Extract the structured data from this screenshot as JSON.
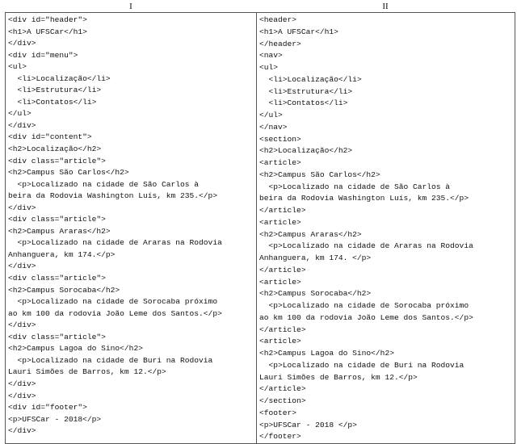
{
  "headers": [
    "I",
    "II"
  ],
  "column_1": [
    "<div id=\"header\">",
    "<h1>A UFSCar</h1>",
    "</div>",
    "<div id=\"menu\">",
    "<ul>",
    "  <li>Localização</li>",
    "  <li>Estrutura</li>",
    "  <li>Contatos</li>",
    "</ul>",
    "</div>",
    "<div id=\"content\">",
    "<h2>Localização</h2>",
    "<div class=\"article\">",
    "<h2>Campus São Carlos</h2>",
    "  <p>Localizado na cidade de São Carlos à",
    "beira da Rodovia Washington Luís, km 235.</p>",
    "</div>",
    "<div class=\"article\">",
    "<h2>Campus Araras</h2>",
    "  <p>Localizado na cidade de Araras na Rodovia",
    "Anhanguera, km 174.</p>",
    "</div>",
    "<div class=\"article\">",
    "<h2>Campus Sorocaba</h2>",
    "  <p>Localizado na cidade de Sorocaba próximo",
    "ao km 100 da rodovia João Leme dos Santos.</p>",
    "</div>",
    "<div class=\"article\">",
    "<h2>Campus Lagoa do Sino</h2>",
    "  <p>Localizado na cidade de Buri na Rodovia",
    "Lauri Simões de Barros, km 12.</p>",
    "</div>",
    "</div>",
    "<div id=\"footer\">",
    "<p>UFSCar - 2018</p>",
    "</div>"
  ],
  "column_2": [
    "<header>",
    "<h1>A UFSCar</h1>",
    "</header>",
    "<nav>",
    "<ul>",
    "  <li>Localização</li>",
    "  <li>Estrutura</li>",
    "  <li>Contatos</li>",
    "</ul>",
    "</nav>",
    "<section>",
    "<h2>Localização</h2>",
    "<article>",
    "<h2>Campus São Carlos</h2>",
    "  <p>Localizado na cidade de São Carlos à",
    "beira da Rodovia Washington Luís, km 235.</p>",
    "</article>",
    "<article>",
    "<h2>Campus Araras</h2>",
    "  <p>Localizado na cidade de Araras na Rodovia",
    "Anhanguera, km 174. </p>",
    "</article>",
    "<article>",
    "<h2>Campus Sorocaba</h2>",
    "  <p>Localizado na cidade de Sorocaba próximo",
    "ao km 100 da rodovia João Leme dos Santos.</p>",
    "</article>",
    "<article>",
    "<h2>Campus Lagoa do Sino</h2>",
    "  <p>Localizado na cidade de Buri na Rodovia",
    "Lauri Simões de Barros, km 12.</p>",
    "</article>",
    "</section>",
    "<footer>",
    "<p>UFSCar - 2018 </p>",
    "</footer>"
  ]
}
